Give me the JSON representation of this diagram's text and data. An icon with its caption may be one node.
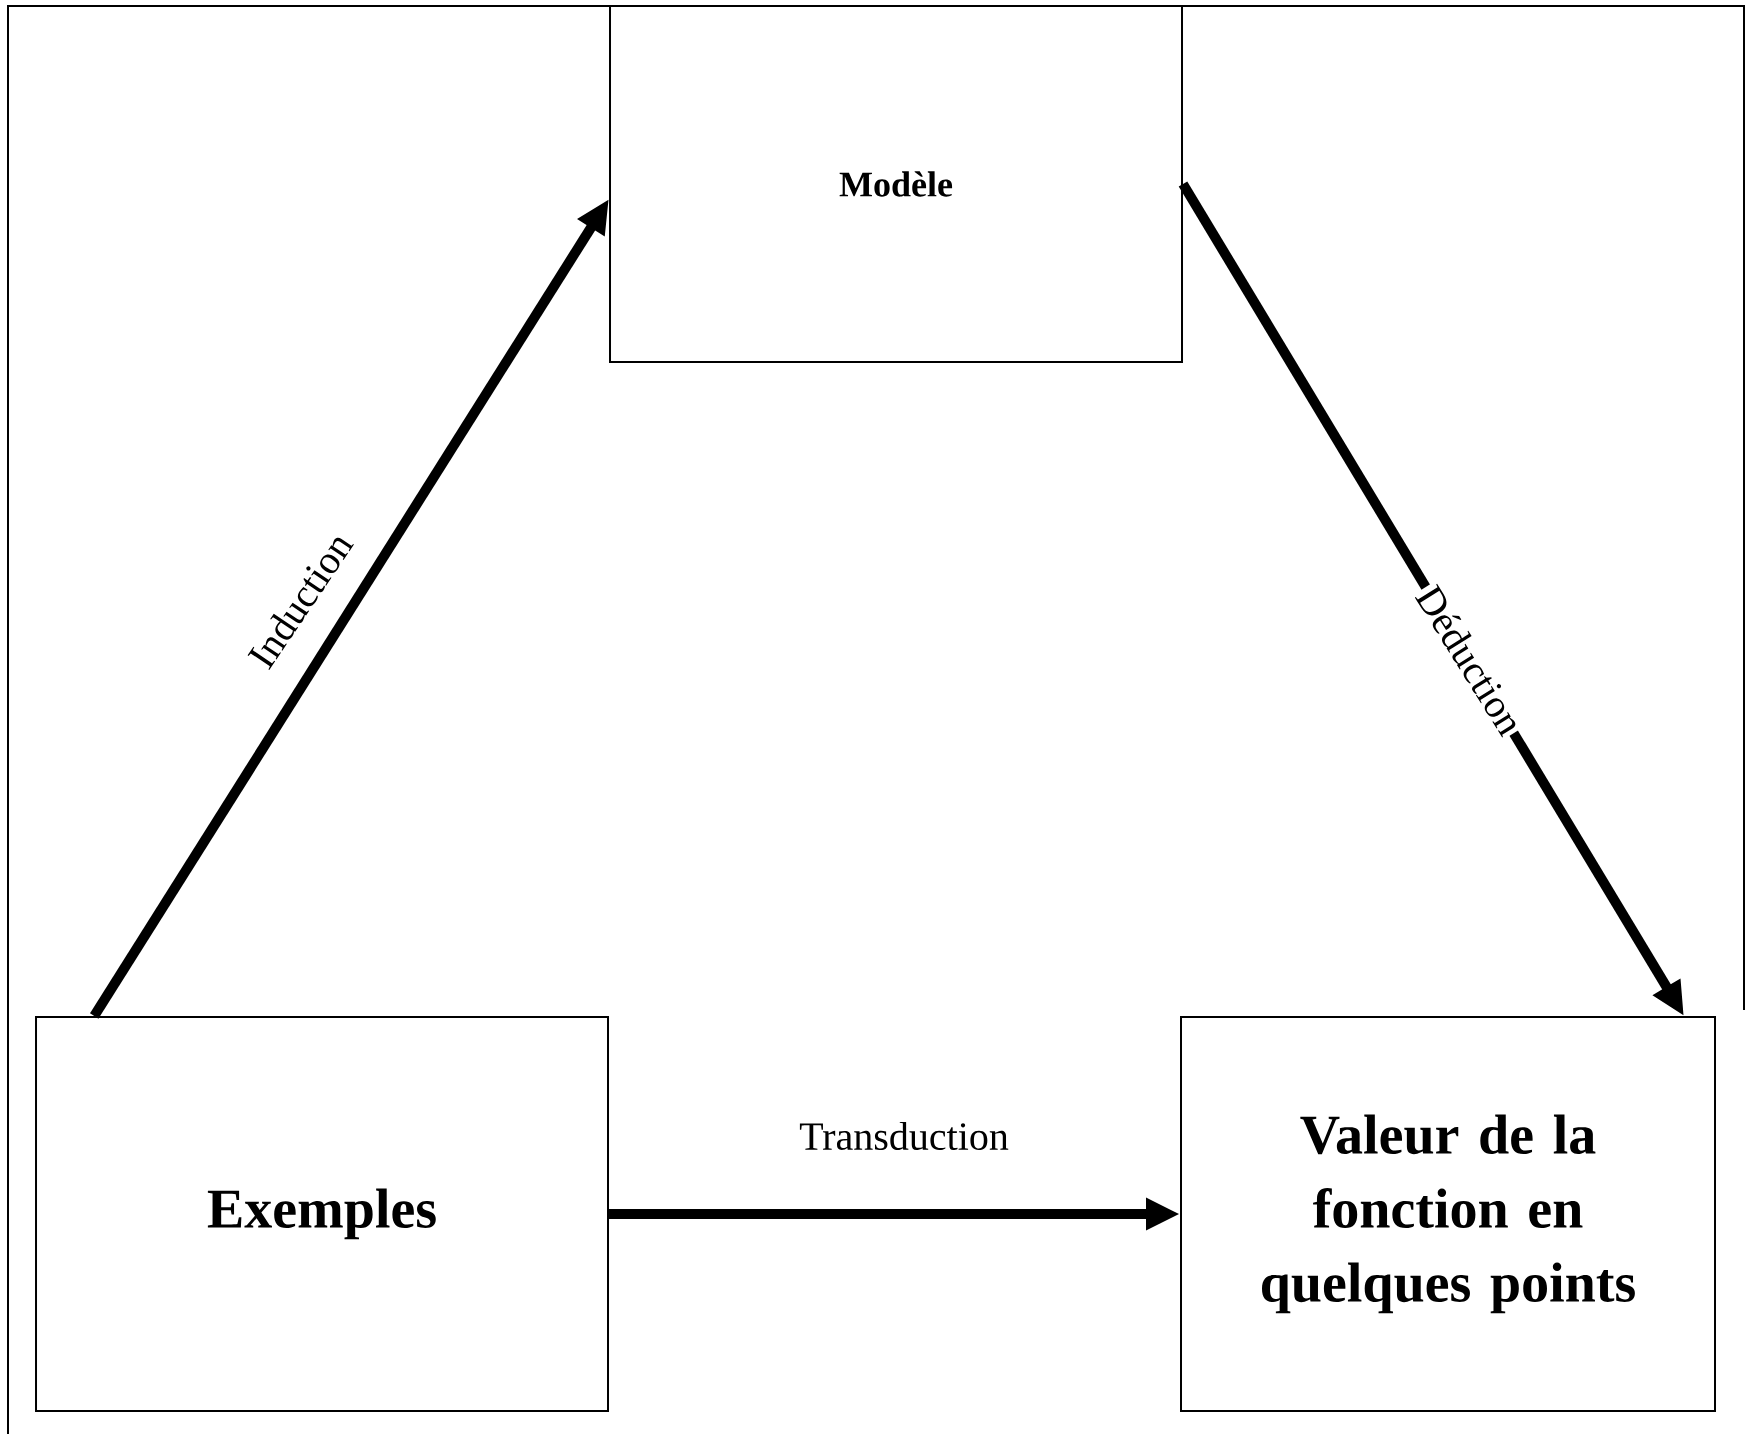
{
  "diagram": {
    "nodes": [
      {
        "text": [
          "Modèle"
        ]
      },
      {
        "text": [
          "Exemples"
        ]
      },
      {
        "text": [
          "Valeur de la fonction en quelques points"
        ]
      }
    ],
    "edges": [
      {
        "from": 1,
        "to": 0,
        "arrow": "to",
        "label": "Induction"
      },
      {
        "from": 0,
        "to": 2,
        "arrow": "to",
        "label": "Déduction"
      },
      {
        "from": 1,
        "to": 2,
        "arrow": "to",
        "label": "Transduction"
      }
    ]
  }
}
